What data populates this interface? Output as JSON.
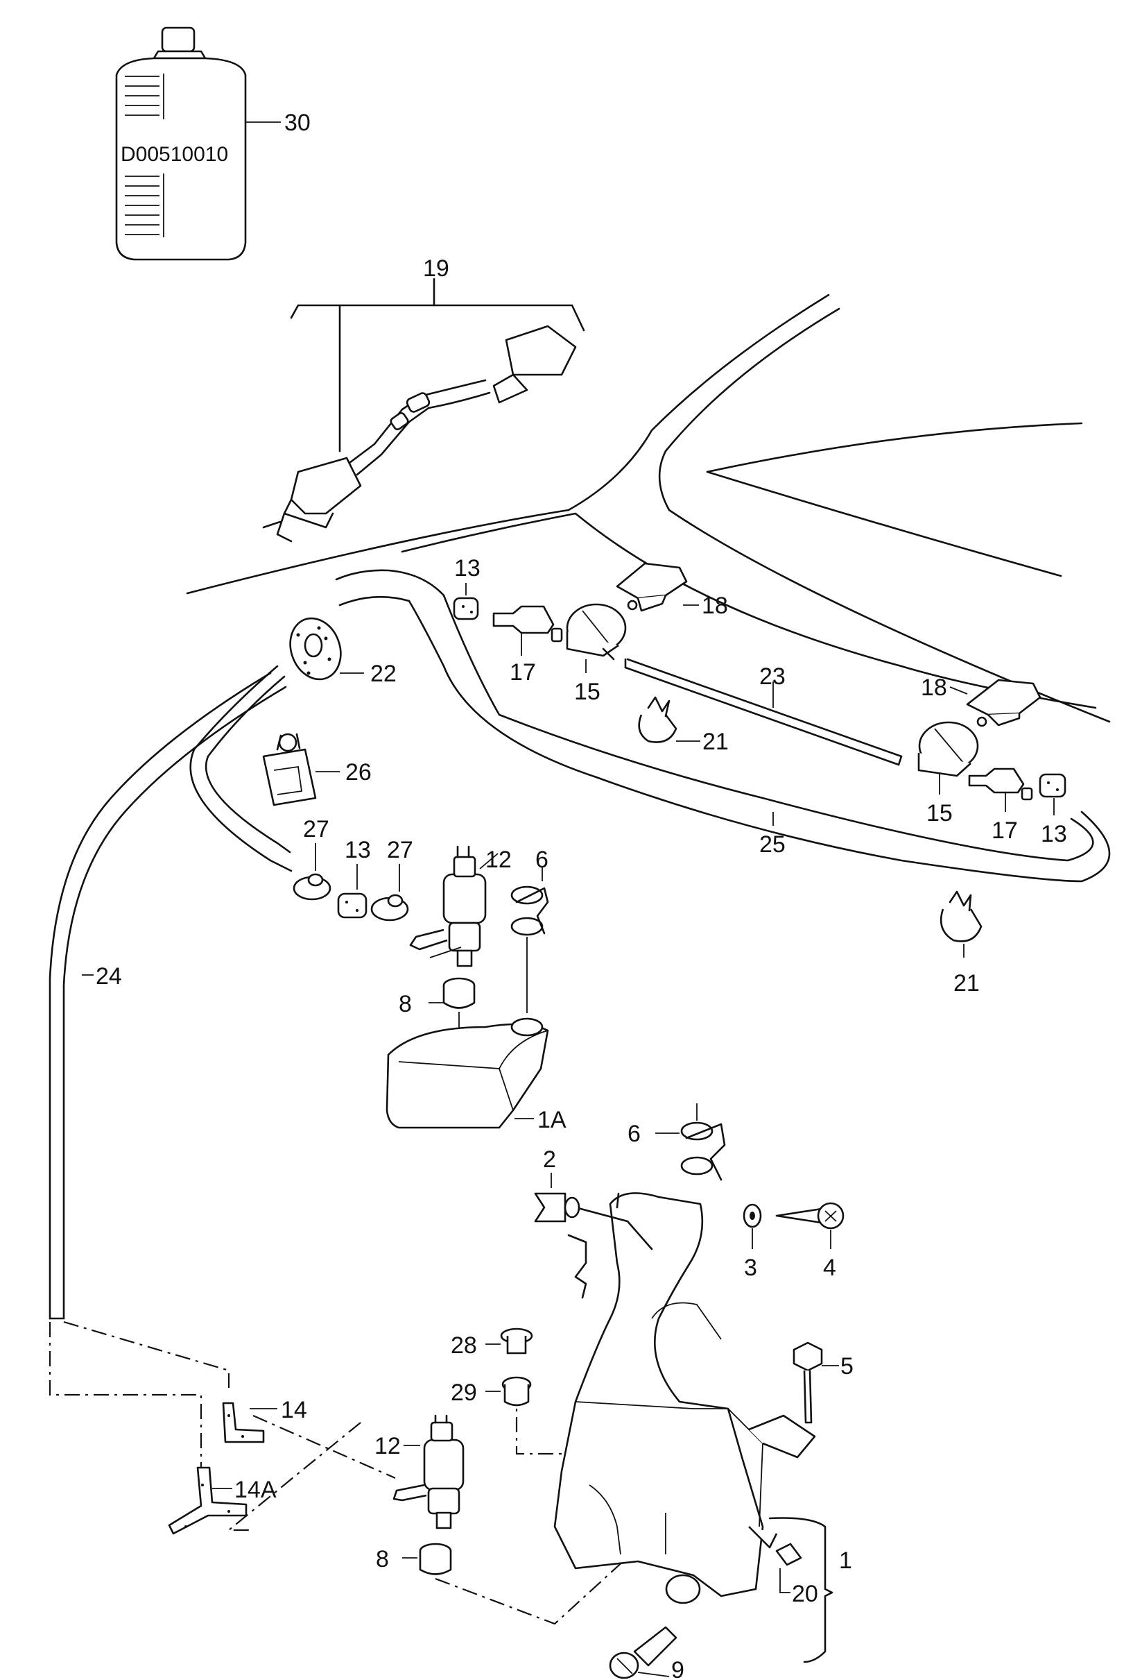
{
  "diagram": {
    "bottle_code": "D00510010",
    "callouts": [
      {
        "key": "c30",
        "text": "30"
      },
      {
        "key": "c19",
        "text": "19"
      },
      {
        "key": "c13a",
        "text": "13"
      },
      {
        "key": "c18a",
        "text": "18"
      },
      {
        "key": "c17a",
        "text": "17"
      },
      {
        "key": "c15a",
        "text": "15"
      },
      {
        "key": "c22",
        "text": "22"
      },
      {
        "key": "c23",
        "text": "23"
      },
      {
        "key": "c18b",
        "text": "18"
      },
      {
        "key": "c21a",
        "text": "21"
      },
      {
        "key": "c26",
        "text": "26"
      },
      {
        "key": "c15b",
        "text": "15"
      },
      {
        "key": "c17b",
        "text": "17"
      },
      {
        "key": "c13b",
        "text": "13"
      },
      {
        "key": "c25",
        "text": "25"
      },
      {
        "key": "c27a",
        "text": "27"
      },
      {
        "key": "c13c",
        "text": "13"
      },
      {
        "key": "c27b",
        "text": "27"
      },
      {
        "key": "c12a",
        "text": "12"
      },
      {
        "key": "c6a",
        "text": "6"
      },
      {
        "key": "c21b",
        "text": "21"
      },
      {
        "key": "c24",
        "text": "24"
      },
      {
        "key": "c8a",
        "text": "8"
      },
      {
        "key": "c1A",
        "text": "1A"
      },
      {
        "key": "c6b",
        "text": "6"
      },
      {
        "key": "c2",
        "text": "2"
      },
      {
        "key": "c3",
        "text": "3"
      },
      {
        "key": "c4",
        "text": "4"
      },
      {
        "key": "c28",
        "text": "28"
      },
      {
        "key": "c5",
        "text": "5"
      },
      {
        "key": "c29",
        "text": "29"
      },
      {
        "key": "c14",
        "text": "14"
      },
      {
        "key": "c12b",
        "text": "12"
      },
      {
        "key": "c14A",
        "text": "14A"
      },
      {
        "key": "c1",
        "text": "1"
      },
      {
        "key": "c8b",
        "text": "8"
      },
      {
        "key": "c20",
        "text": "20"
      },
      {
        "key": "c9",
        "text": "9"
      }
    ]
  }
}
